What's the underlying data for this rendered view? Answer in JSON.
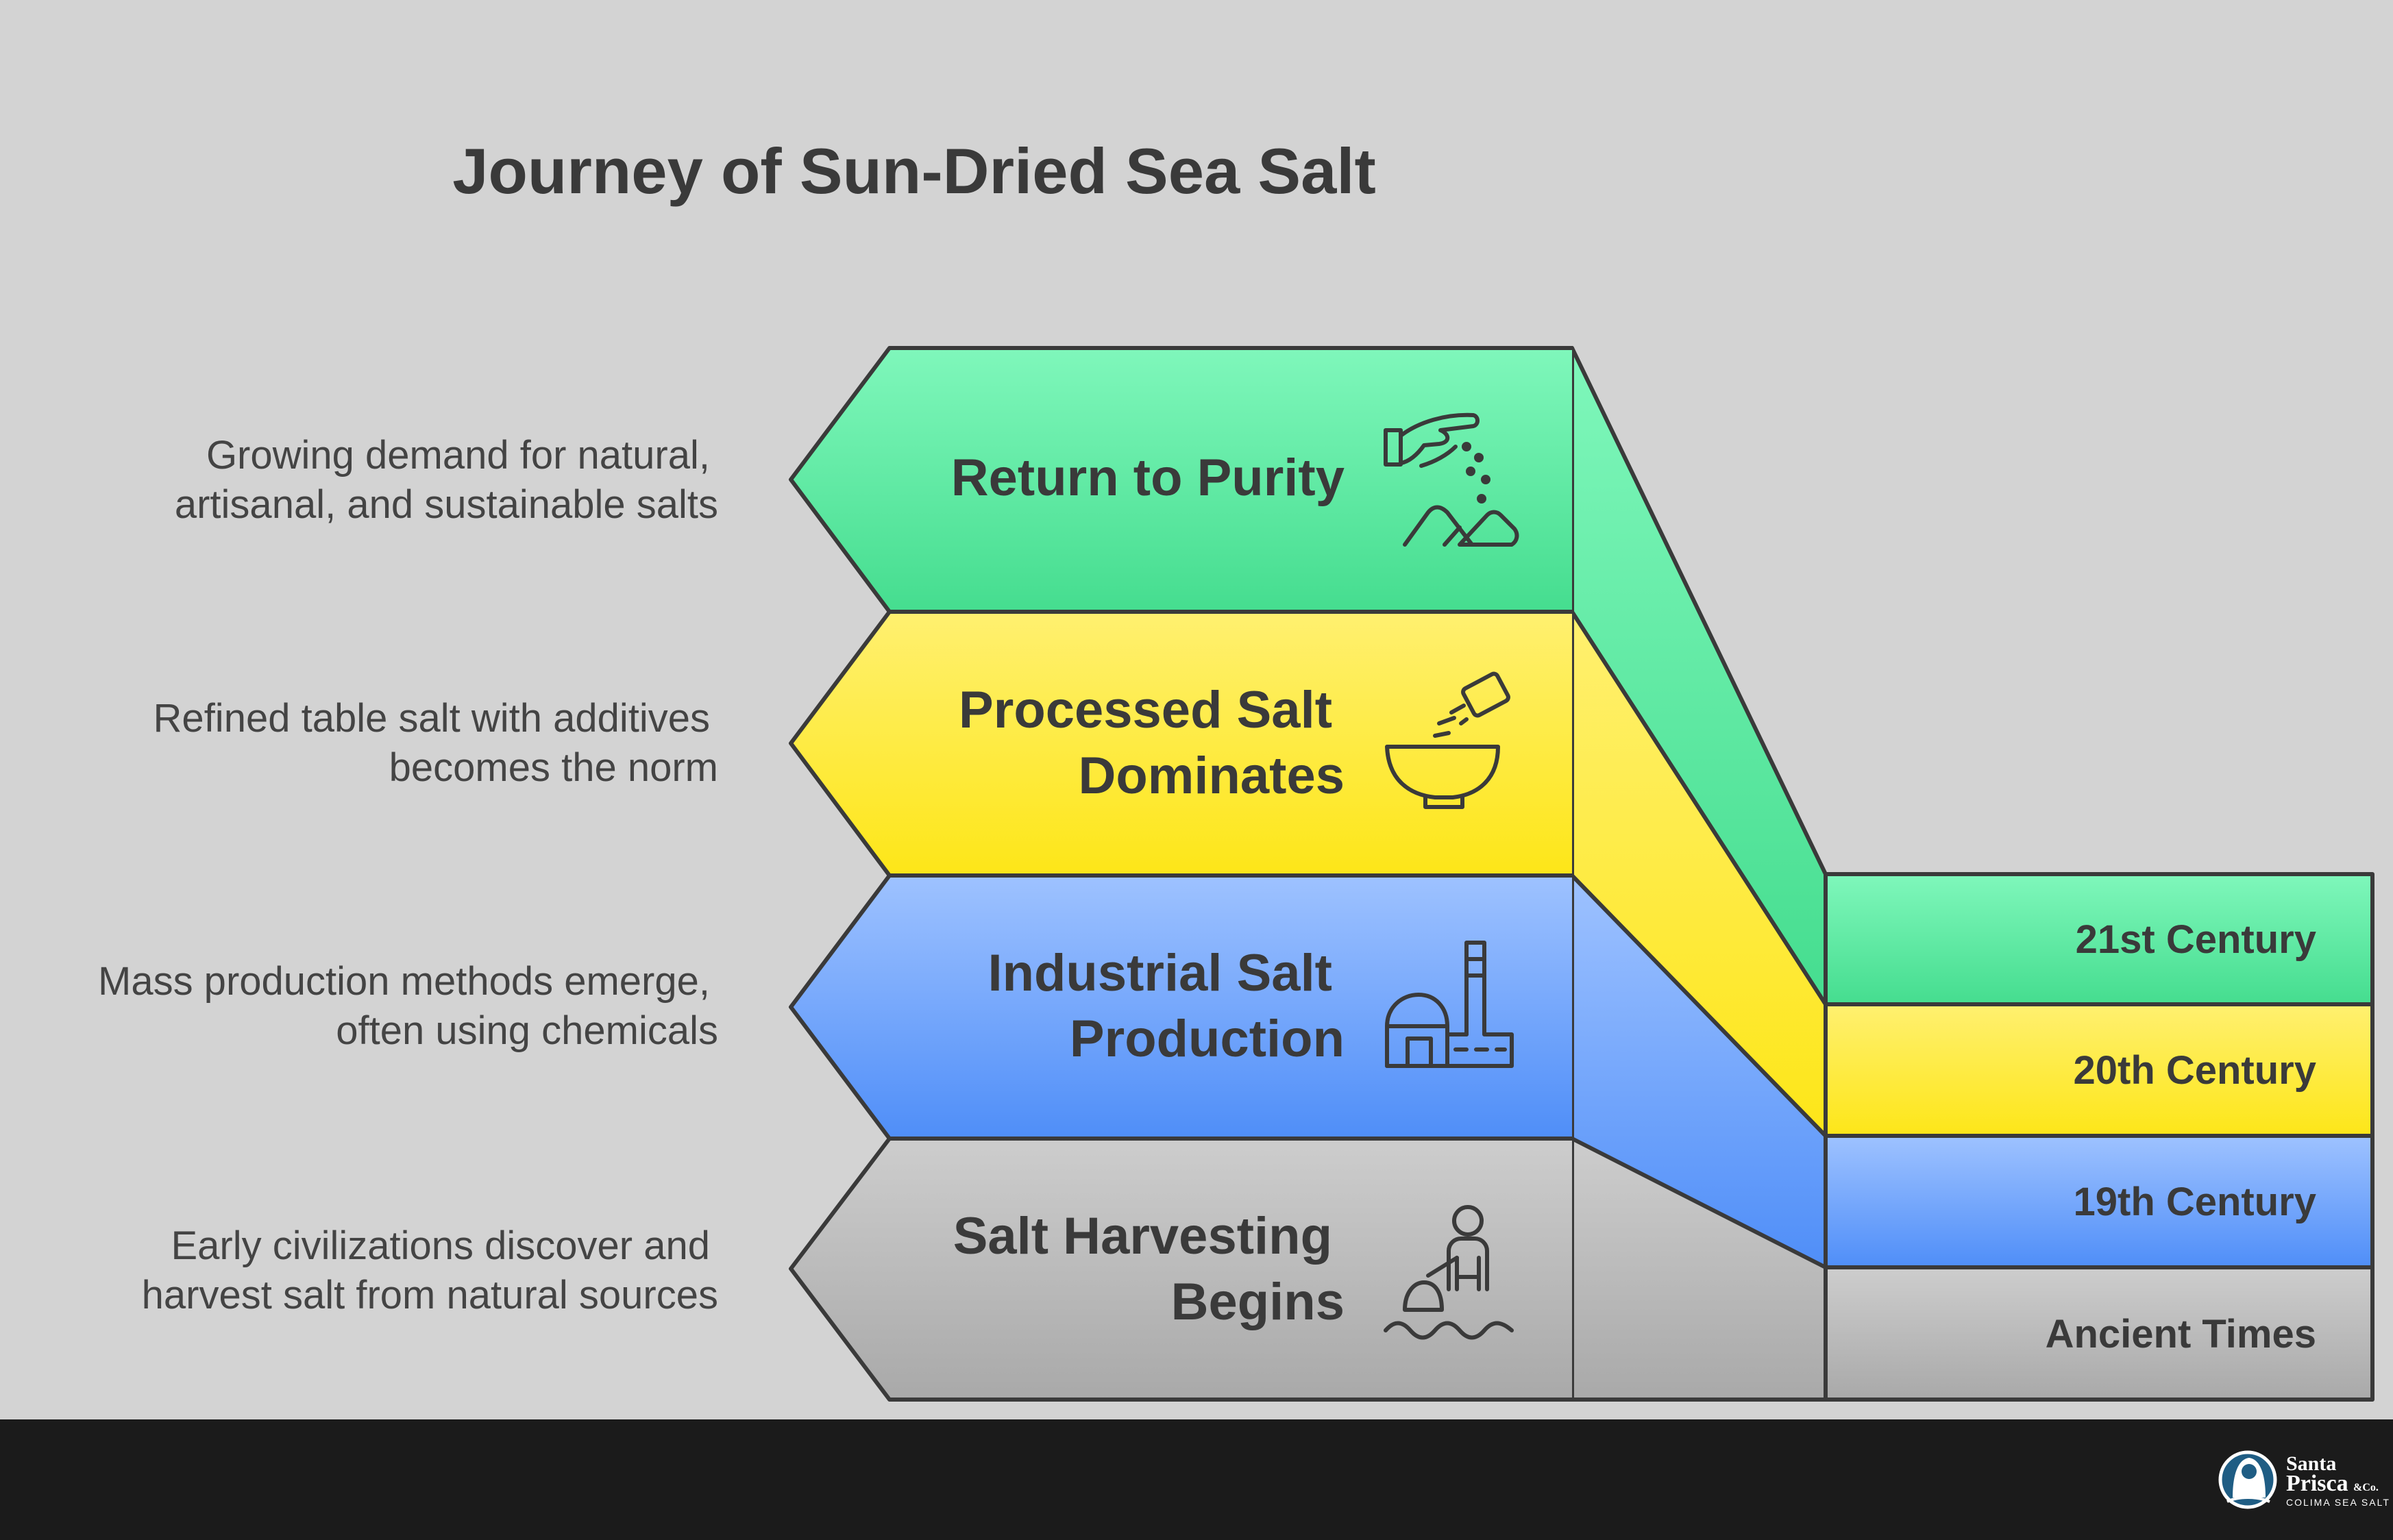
{
  "title": "Journey of Sun-Dried Sea Salt",
  "stages": [
    {
      "id": "purity",
      "label_lines": [
        "Return to Purity"
      ],
      "description_lines": [
        "Growing demand for natural,",
        "artisanal, and sustainable salts"
      ],
      "era": "21st Century",
      "icon": "hand-sprinkling-salt-icon",
      "color_top": "#7ff7bb",
      "color_bottom": "#45dd8f"
    },
    {
      "id": "processed",
      "label_lines": [
        "Processed Salt",
        "Dominates"
      ],
      "description_lines": [
        "Refined table salt with additives",
        "becomes the norm"
      ],
      "era": "20th Century",
      "icon": "salt-shaker-bowl-icon",
      "color_top": "#fff070",
      "color_bottom": "#fde618"
    },
    {
      "id": "industrial",
      "label_lines": [
        "Industrial Salt",
        "Production"
      ],
      "description_lines": [
        "Mass production methods emerge,",
        "often using chemicals"
      ],
      "era": "19th Century",
      "icon": "factory-icon",
      "color_top": "#9ec2ff",
      "color_bottom": "#4f8ef8"
    },
    {
      "id": "harvesting",
      "label_lines": [
        "Salt Harvesting",
        "Begins"
      ],
      "description_lines": [
        "Early civilizations discover and",
        "harvest salt from natural sources"
      ],
      "era": "Ancient Times",
      "icon": "salt-harvester-icon",
      "color_top": "#cdcdcd",
      "color_bottom": "#a9a9a9"
    }
  ],
  "colors": {
    "background": "#d3d3d3",
    "outline": "#3a3a3a",
    "footer": "#1b1b1b"
  },
  "footer": {
    "brand_line1": "Santa",
    "brand_line2": "Prisca",
    "brand_suffix": "&Co.",
    "brand_tagline": "COLIMA SEA SALT",
    "logo_icon": "madonna-logo-icon"
  }
}
